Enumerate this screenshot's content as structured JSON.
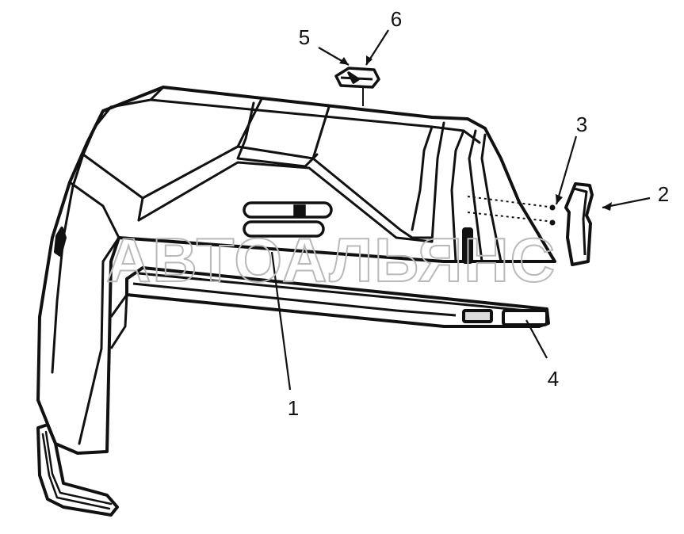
{
  "diagram": {
    "watermark": "АВТОАЛЬЯНС",
    "callouts": [
      {
        "id": "callout-1",
        "label": "1"
      },
      {
        "id": "callout-2",
        "label": "2"
      },
      {
        "id": "callout-3",
        "label": "3"
      },
      {
        "id": "callout-4",
        "label": "4"
      },
      {
        "id": "callout-5",
        "label": "5"
      },
      {
        "id": "callout-6",
        "label": "6"
      }
    ]
  }
}
